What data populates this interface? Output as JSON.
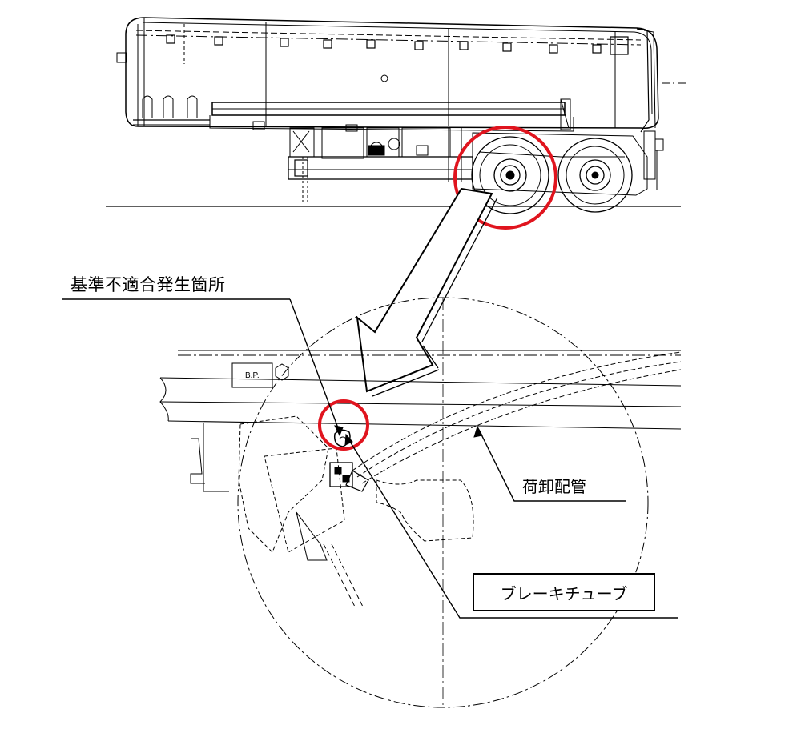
{
  "labels": {
    "defect_location": "基準不適合発生箇所",
    "unloading_pipe": "荷卸配管",
    "brake_tube": "ブレーキチューブ"
  },
  "colors": {
    "line": "#000000",
    "highlight": "#e0141e",
    "background": "#ffffff"
  }
}
